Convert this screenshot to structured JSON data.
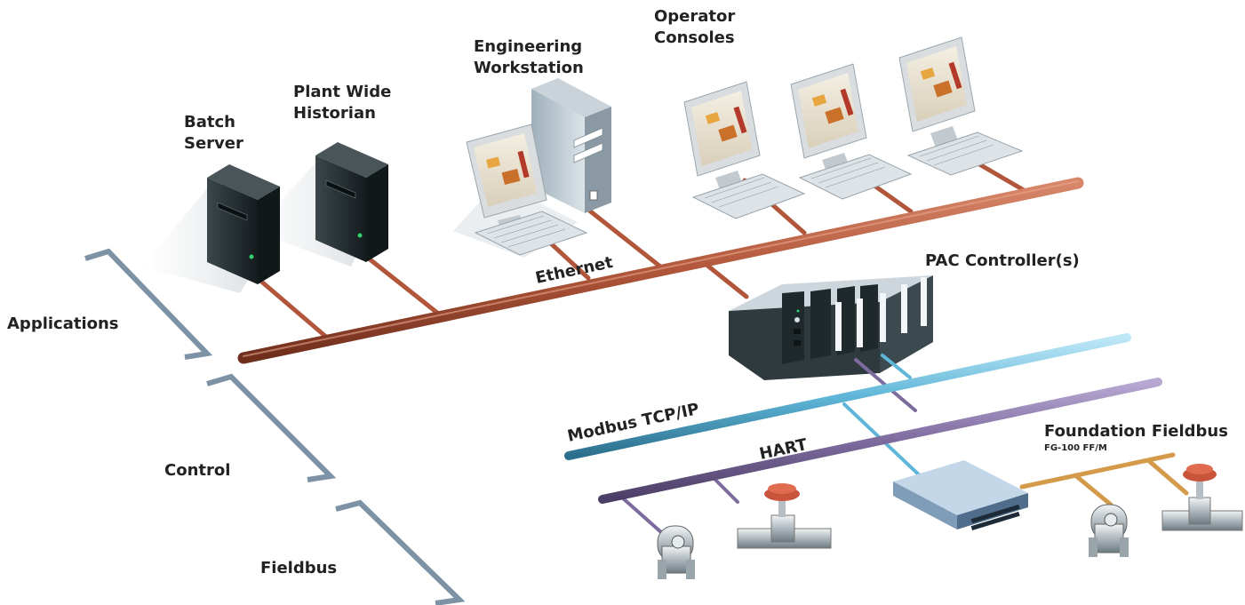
{
  "labels": {
    "batch_server_line1": "Batch",
    "batch_server_line2": "Server",
    "historian_line1": "Plant Wide",
    "historian_line2": "Historian",
    "engineering_line1": "Engineering",
    "engineering_line2": "Workstation",
    "operator_line1": "Operator",
    "operator_line2": "Consoles",
    "ethernet": "Ethernet",
    "pac": "PAC Controller(s)",
    "modbus": "Modbus TCP/IP",
    "hart": "HART",
    "foundation": "Foundation Fieldbus",
    "foundation_model": "FG-100 FF/M",
    "level_applications": "Applications",
    "level_control": "Control",
    "level_fieldbus": "Fieldbus"
  },
  "colors": {
    "ethernet": "#b1563a",
    "modbus": "#5fb6d8",
    "hart": "#7d6b9e",
    "foundation": "#d39a4a",
    "bracket": "#7d93a5",
    "server": "#1f2a2e",
    "monitor": "#d9dde0",
    "controller": "#2f3a3e",
    "switch": "#8aa9c6"
  }
}
